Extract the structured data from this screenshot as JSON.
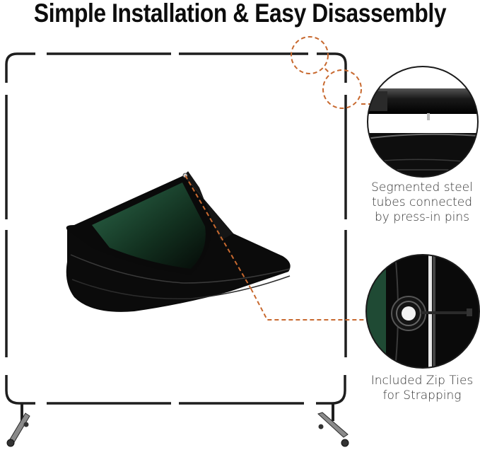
{
  "title": "Simple Installation & Easy Disassembly",
  "callouts": [
    {
      "lines": [
        "Segmented steel",
        "tubes connected",
        "by press-in pins"
      ],
      "image": "steel-tube-pin-closeup"
    },
    {
      "lines": [
        "Included Zip Ties",
        "for Strapping"
      ],
      "image": "grommet-zip-tie-closeup"
    }
  ],
  "product": {
    "frame": "segmented-steel-frame-with-casters",
    "curtain": "folded-green-welding-curtain"
  },
  "colors": {
    "accent_dash": "#c8692f",
    "frame": "#1e1e1e",
    "curtain_green": "#1f4a34",
    "text": "#333333"
  }
}
